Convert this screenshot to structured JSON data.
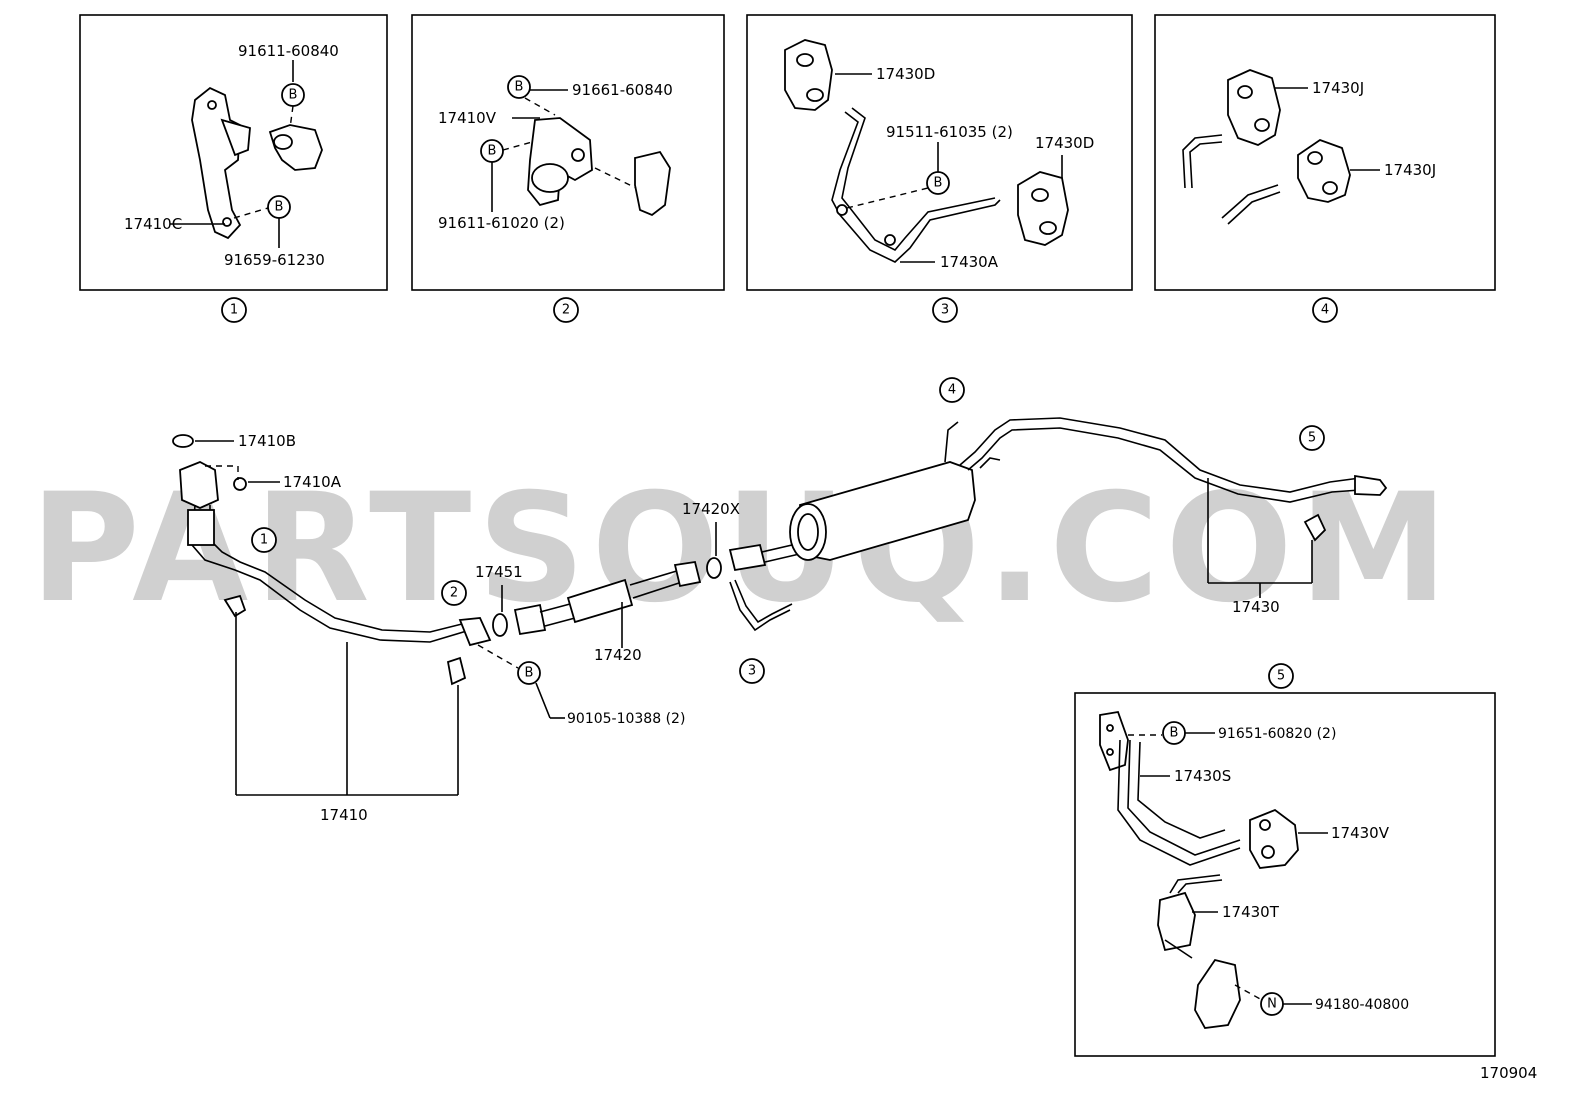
{
  "watermark": "PARTSOUQ.COM",
  "diagram_id": "170904",
  "detail_numbers": [
    "1",
    "2",
    "3",
    "4",
    "5"
  ],
  "callout_letters": {
    "bolt": "B",
    "nut": "N"
  },
  "panel1": {
    "p1": "91611-60840",
    "p2": "17410C",
    "p3": "91659-61230"
  },
  "panel2": {
    "p1": "91661-60840",
    "p2": "17410V",
    "p3": "91611-61020 (2)"
  },
  "panel3": {
    "p1": "17430D",
    "p2": "91511-61035 (2)",
    "p3": "17430D",
    "p4": "17430A"
  },
  "panel4": {
    "p1": "17430J",
    "p2": "17430J"
  },
  "main": {
    "p17410B": "17410B",
    "p17410A": "17410A",
    "p17410": "17410",
    "p17451": "17451",
    "p17420X": "17420X",
    "p17420": "17420",
    "p17430": "17430",
    "p90105": "90105-10388 (2)"
  },
  "panel5": {
    "p1": "91651-60820 (2)",
    "p2": "17430S",
    "p3": "17430V",
    "p4": "17430T",
    "p5": "94180-40800"
  }
}
